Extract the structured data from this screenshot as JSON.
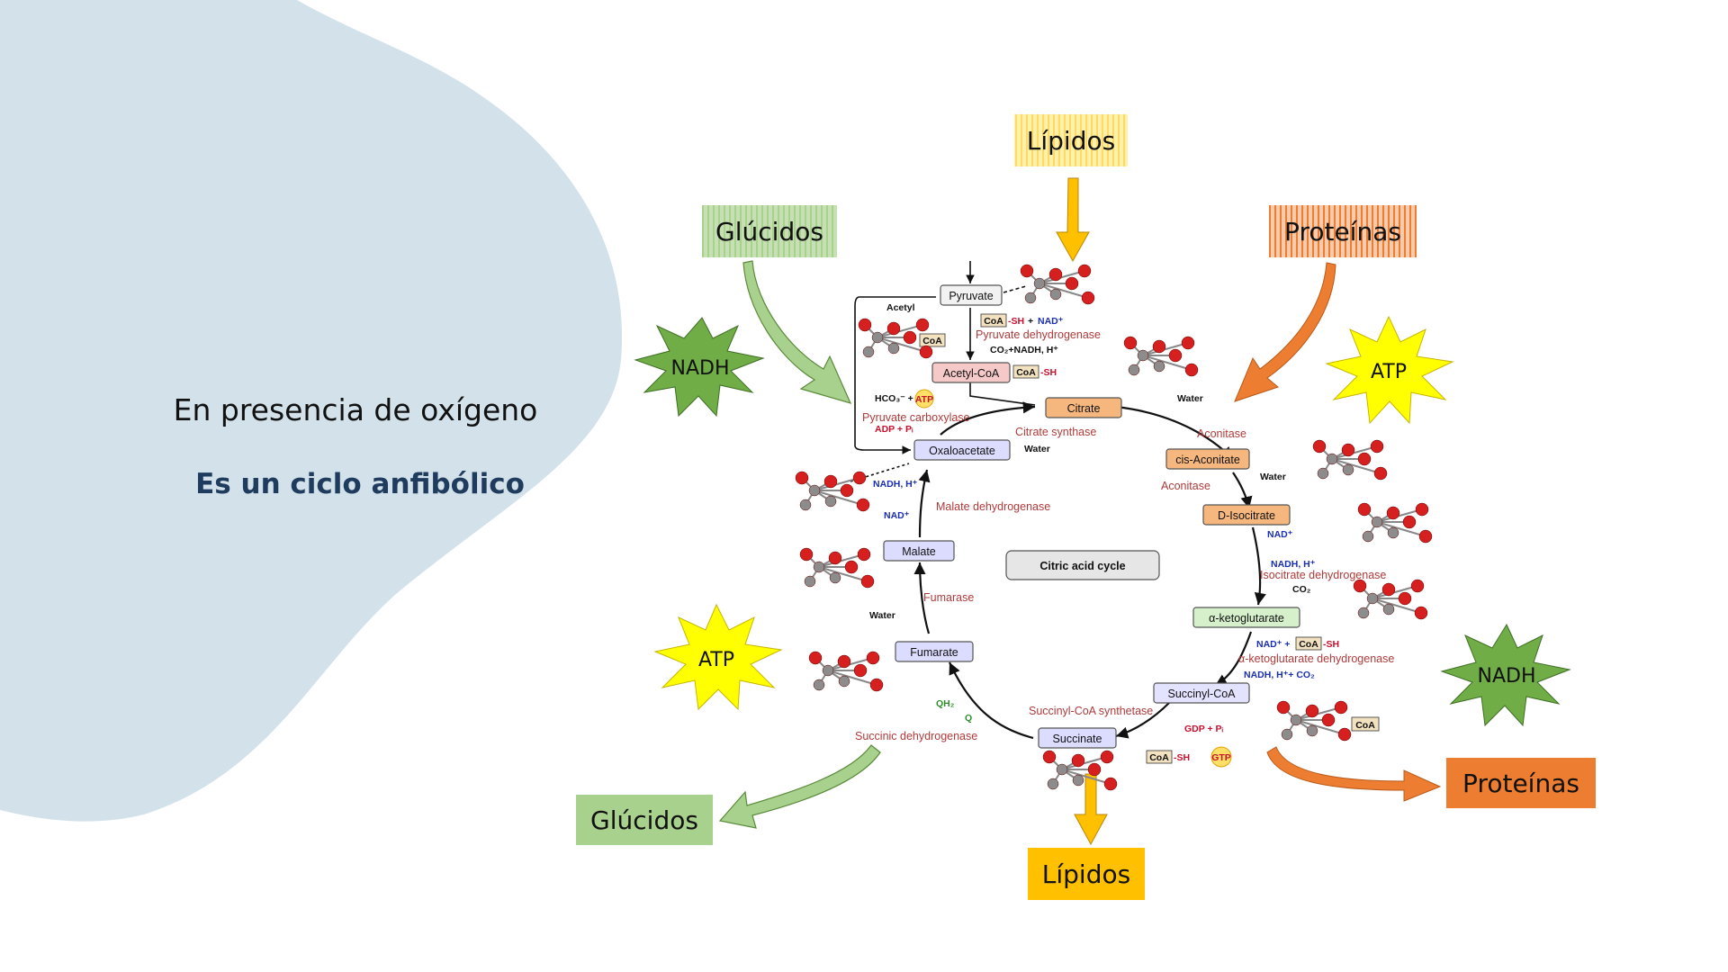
{
  "slide": {
    "line1": "En presencia de oxígeno",
    "line2": "Es un ciclo anfibólico"
  },
  "categories": {
    "lipidos_top": "Lípidos",
    "glucidos_top": "Glúcidos",
    "proteinas_top": "Proteínas",
    "glucidos_bottom": "Glúcidos",
    "lipidos_bottom": "Lípidos",
    "proteinas_bottom": "Proteínas"
  },
  "bursts": {
    "nadh_left": "NADH",
    "atp_right": "ATP",
    "atp_left": "ATP",
    "nadh_right": "NADH"
  },
  "cycle": {
    "center": "Citric acid cycle",
    "metabolites": {
      "pyruvate": "Pyruvate",
      "acetyl_coa": "Acetyl-CoA",
      "citrate": "Citrate",
      "cis_aconitate": "cis-Aconitate",
      "d_isocitrate": "D-Isocitrate",
      "alpha_kg": "α-ketoglutarate",
      "succinyl_coa": "Succinyl-CoA",
      "succinate": "Succinate",
      "fumarate": "Fumarate",
      "malate": "Malate",
      "oxaloacetate": "Oxaloacetate"
    },
    "enzymes": {
      "pdh": "Pyruvate dehydrogenase",
      "pc": "Pyruvate carboxylase",
      "cs": "Citrate synthase",
      "aco1": "Aconitase",
      "aco2": "Aconitase",
      "idh": "Isocitrate dehydrogenase",
      "akgdh": "α-ketoglutarate dehydrogenase",
      "scs": "Succinyl-CoA synthetase",
      "sdh": "Succinic dehydrogenase",
      "fum": "Fumarase",
      "mdh": "Malate dehydrogenase"
    },
    "cofactors": {
      "acetyl": "Acetyl",
      "coa": "CoA",
      "sh": "-SH",
      "nad": "NAD⁺",
      "plus": "+",
      "co2_nadh": "CO₂+NADH, H⁺",
      "hco3": "HCO₃⁻ +",
      "atp": "ATP",
      "adp_pi": "ADP + Pᵢ",
      "water1": "Water",
      "water2": "Water",
      "water3": "Water",
      "water4": "Water",
      "nadh_h_malate": "NADH, H⁺",
      "nad_malate": "NAD⁺",
      "nad_idh": "NAD⁺",
      "nadh_h_idh": "NADH, H⁺",
      "co2_idh": "CO₂",
      "nad_akg": "NAD⁺ +",
      "nadh_co2_akg": "NADH, H⁺+ CO₂",
      "gdp_pi": "GDP + Pᵢ",
      "gtp": "GTP",
      "qh2": "QH₂",
      "q": "Q"
    }
  },
  "colors": {
    "blob": "#d3e2ea",
    "glucidos": "#a9d18e",
    "lipidos": "#ffc000",
    "proteinas": "#ed7d31",
    "nadh_burst": "#70ad47",
    "atp_burst": "#ffff00"
  }
}
